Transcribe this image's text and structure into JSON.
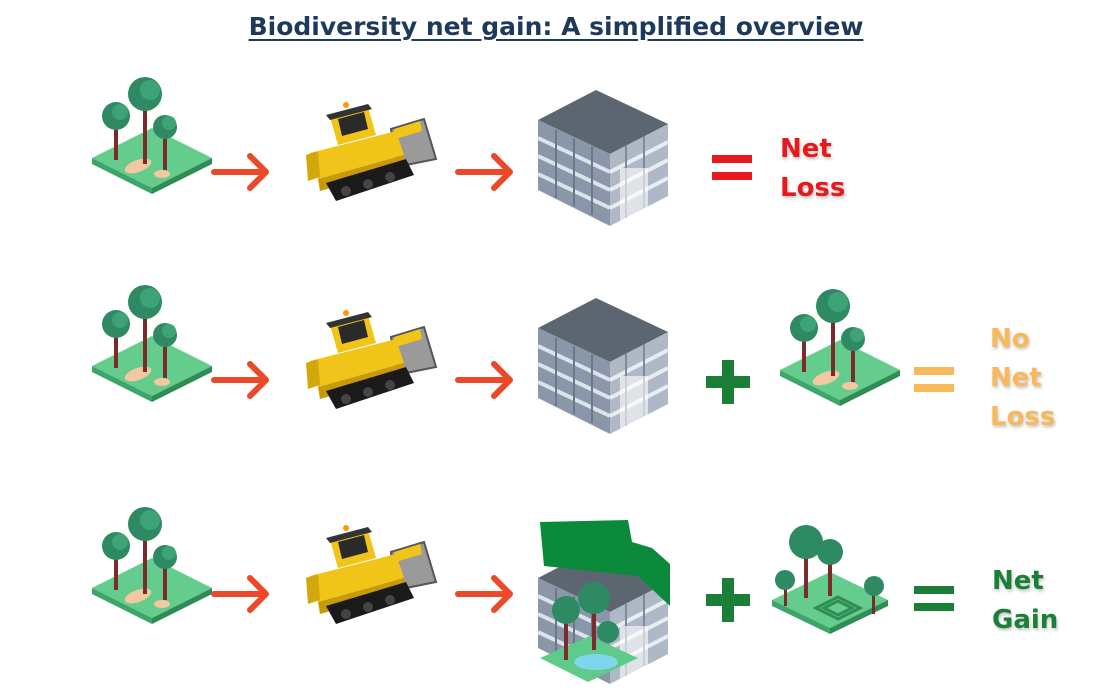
{
  "title": "Biodiversity net gain: A simplified overview",
  "colors": {
    "title": "#1d3a5c",
    "arrow": "#ea4a2a",
    "equals_loss": "#e8191c",
    "plus": "#1b7f37",
    "loss_text": "#e8191c",
    "no_loss_text": "#f7b95a",
    "gain_text": "#1b7f37"
  },
  "rows": [
    {
      "icons": [
        "woodland-icon",
        "bulldozer-icon",
        "office-building-icon"
      ],
      "operator": "=",
      "result": [
        "Net",
        "Loss"
      ]
    },
    {
      "icons": [
        "woodland-icon",
        "bulldozer-icon",
        "office-building-icon",
        "woodland-icon"
      ],
      "operator": "=",
      "result": [
        "No",
        "Net",
        "Loss"
      ]
    },
    {
      "icons": [
        "woodland-icon",
        "bulldozer-icon",
        "green-roof-building-icon",
        "woodland-with-maze-icon"
      ],
      "operator": "=",
      "result": [
        "Net",
        "Gain"
      ]
    }
  ]
}
